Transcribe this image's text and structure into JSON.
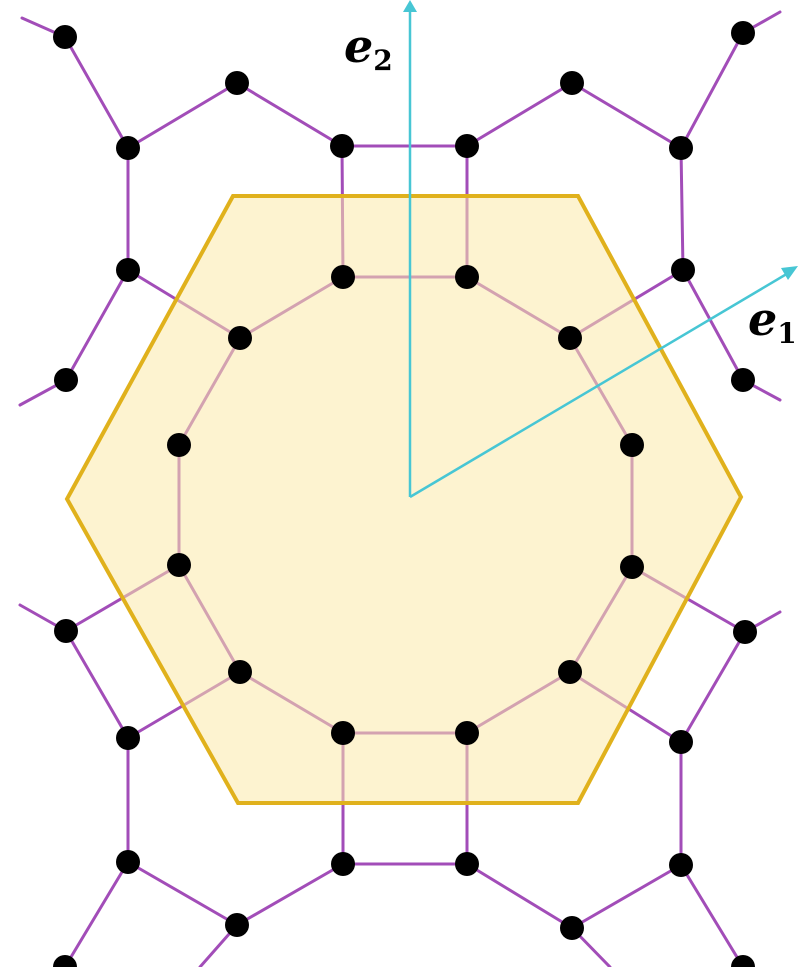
{
  "labels": {
    "e1": {
      "base": "e",
      "sub": "1"
    },
    "e2": {
      "base": "e",
      "sub": "2"
    }
  },
  "colors": {
    "edge": "#a24db8",
    "vertex": "#000000",
    "cell_fill": "#fbe9a9",
    "cell_stroke": "#e0b11c",
    "vector": "#47c6d4"
  }
}
